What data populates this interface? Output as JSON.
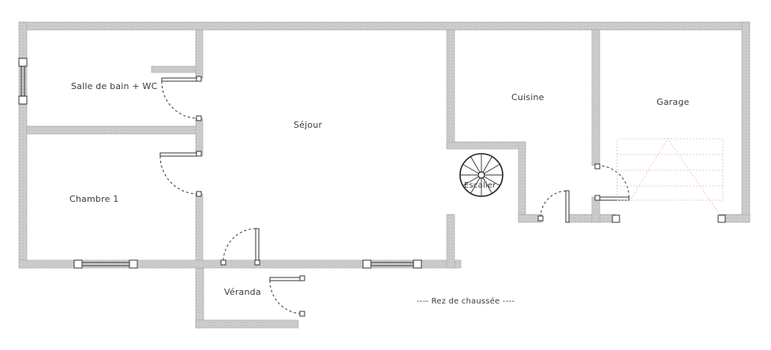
{
  "colors": {
    "wall": "#c9c9c9",
    "wall_edge": "#9a9a9a",
    "line": "#333333",
    "ghost": "#e2a9a9"
  },
  "rooms": {
    "bathroom": "Salle de bain + WC",
    "sejour": "Séjour",
    "cuisine": "Cuisine",
    "garage": "Garage",
    "chambre": "Chambre 1",
    "veranda": "Véranda",
    "escalier": "Escalier"
  },
  "level_caption": "---- Rez de chaussée ----",
  "icons": {
    "stair": "spiral-staircase-icon"
  }
}
